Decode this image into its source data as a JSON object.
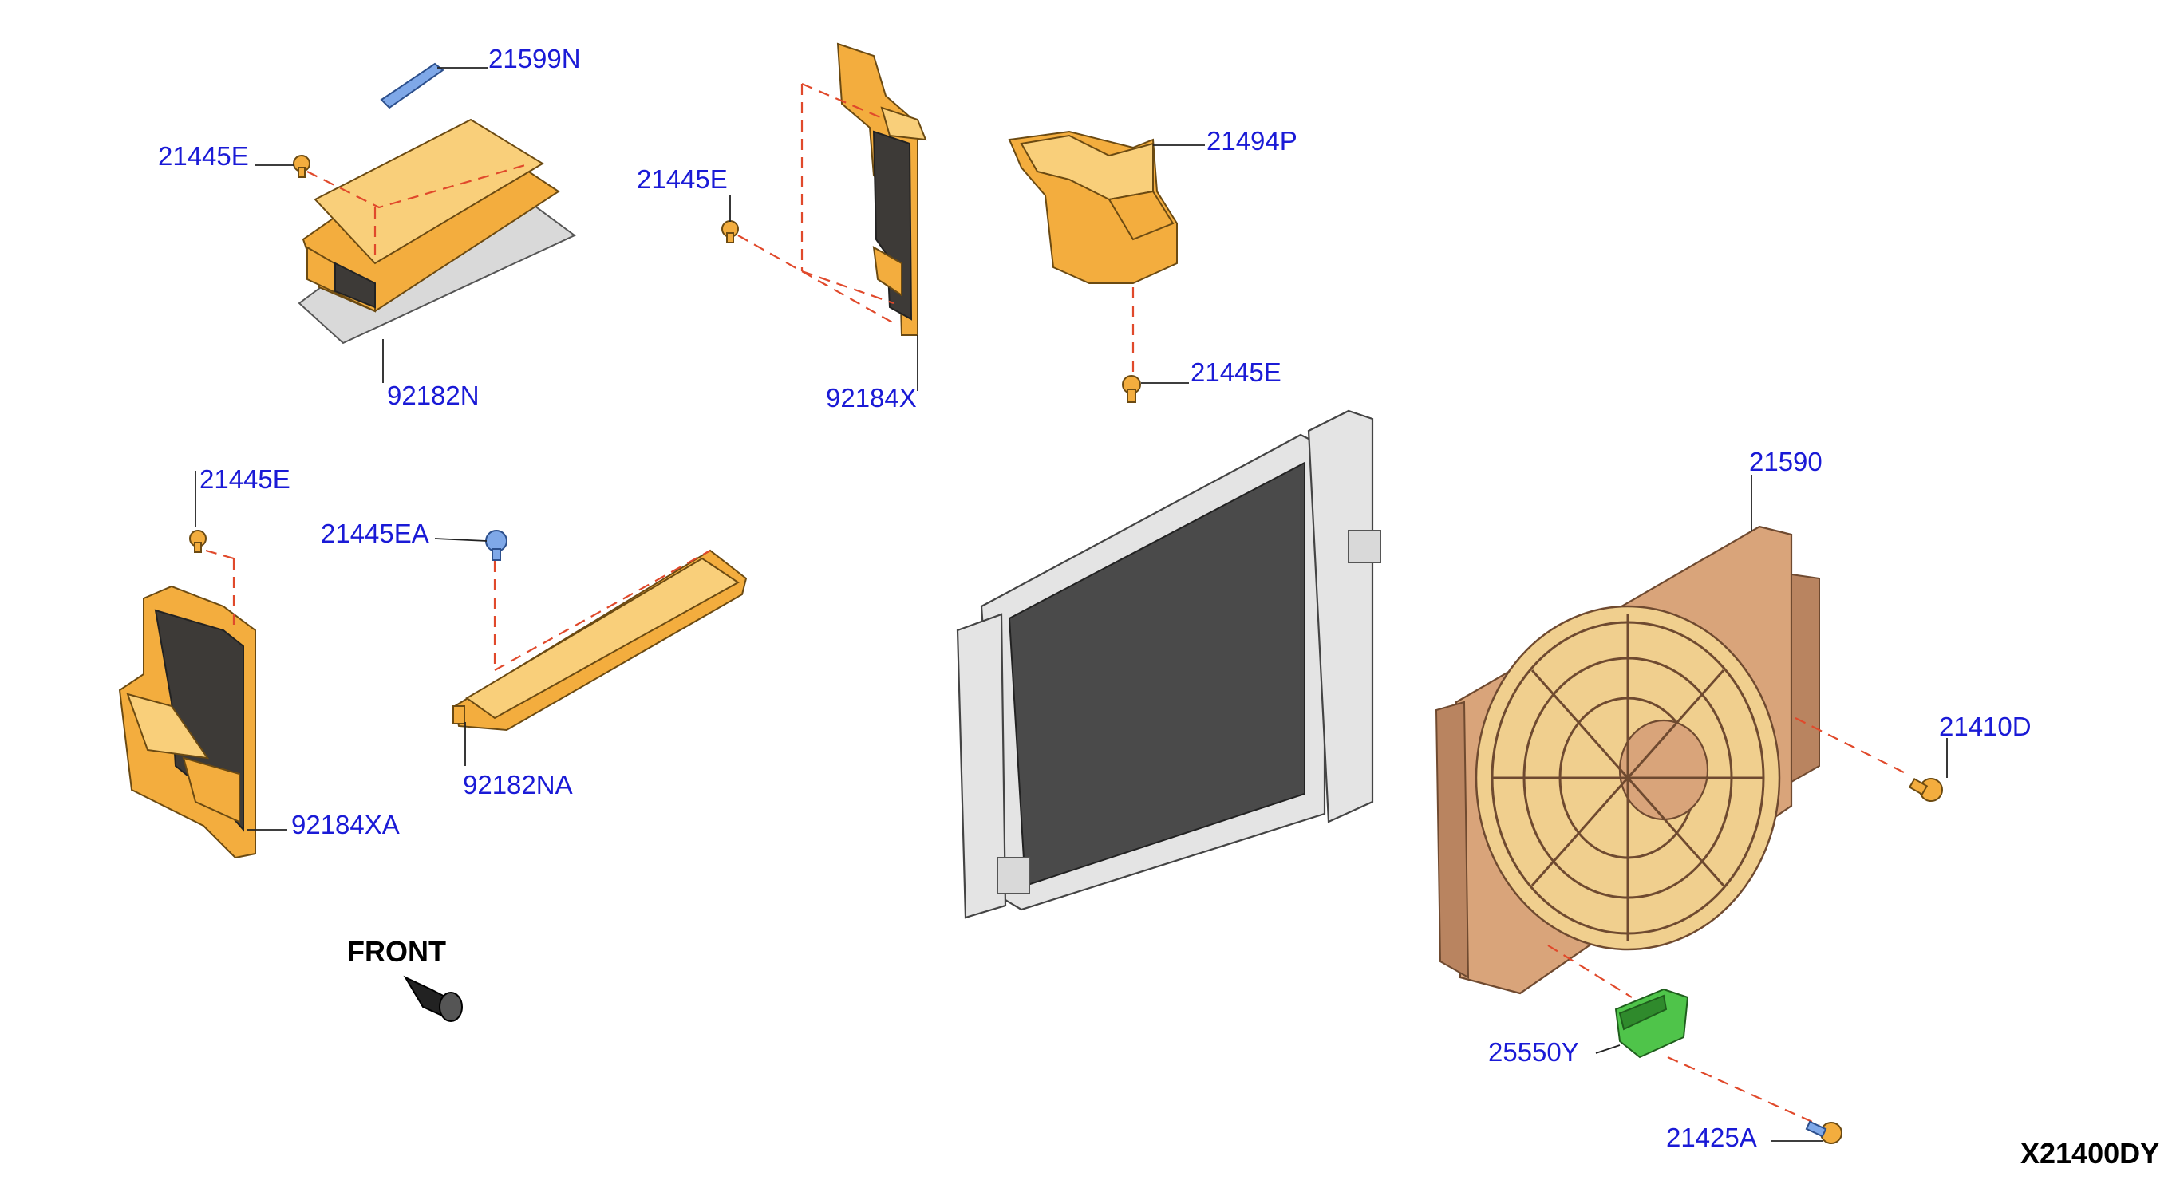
{
  "callouts": {
    "c_21599N": "21599N",
    "c_21445E_1": "21445E",
    "c_92182N": "92182N",
    "c_21445E_2": "21445E",
    "c_92184X": "92184X",
    "c_21494P": "21494P",
    "c_21445E_3": "21445E",
    "c_21445E_4": "21445E",
    "c_21445EA": "21445EA",
    "c_92182NA": "92182NA",
    "c_92184XA": "92184XA",
    "c_21590": "21590",
    "c_21410D": "21410D",
    "c_25550Y": "25550Y",
    "c_21425A": "21425A"
  },
  "front_label": "FRONT",
  "diagram_code": "X21400DY",
  "colors": {
    "callout_text": "#1a1ad6",
    "guide_dash": "#e0492b",
    "part_orange": "#f3ad3e",
    "part_copper": "#d9a47a",
    "part_green": "#4fc44a",
    "part_blue": "#7fa8e8"
  }
}
